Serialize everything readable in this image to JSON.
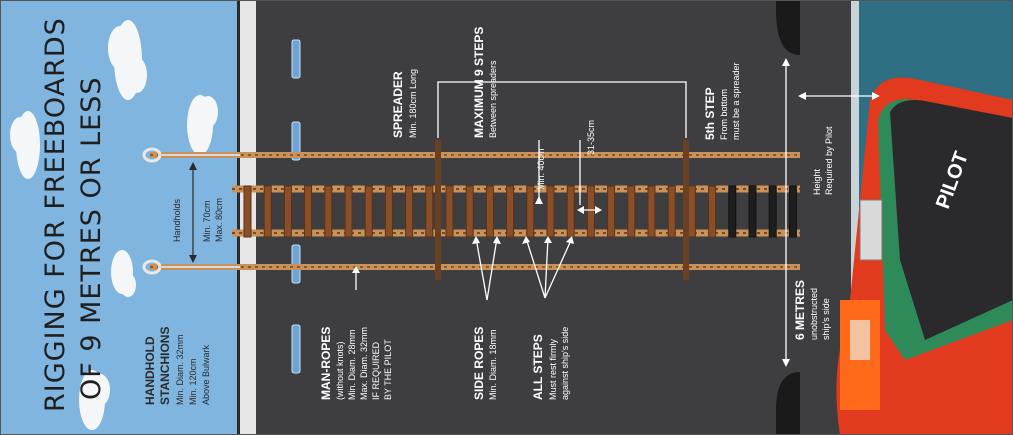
{
  "title": {
    "line1": "RIGGING FOR FREEBOARDS",
    "line2": "OF 9 METRES OR LESS"
  },
  "handhold_stanchions": {
    "heading1": "HANDHOLD",
    "heading2": "STANCHIONS",
    "line1": "Min. Diam. 32mm",
    "line2": "Min. 120cm",
    "line3": "Above Bulwark"
  },
  "handholds": {
    "heading": "Handholds",
    "line1": "Min. 70cm",
    "line2": "Max. 80cm"
  },
  "man_ropes": {
    "heading": "MAN-ROPES",
    "line1": "(without knots)",
    "line2": "Min. Diam. 28mm",
    "line3": "Max. Diam. 32mm",
    "line4": "IF REQUIRED",
    "line5": "BY THE PILOT"
  },
  "side_ropes": {
    "heading": "SIDE ROPES",
    "line1": "Min. Diam. 18mm"
  },
  "all_steps": {
    "heading": "ALL STEPS",
    "line1": "Must rest firmly",
    "line2": "against ship's side"
  },
  "spreader": {
    "heading": "SPREADER",
    "line1": "Min. 180cm Long"
  },
  "maximum_steps": {
    "heading": "MAXIMUM 9 STEPS",
    "line1": "Between spreaders"
  },
  "step_spacing": {
    "min_label": "Min. 40cm",
    "range_label": "31-35cm"
  },
  "fifth_step": {
    "heading": "5th STEP",
    "line1": "From bottom",
    "line2": "must be a spreader"
  },
  "six_metres": {
    "heading": "6 METRES",
    "line1": "unobstructed",
    "line2": "ship's side"
  },
  "height": {
    "line1": "Height",
    "line2": "Required by Pilot"
  },
  "boat": {
    "hull_text": "PILOT"
  },
  "colors": {
    "sky": "#7fb5df",
    "hull": "#3e3e40",
    "rope": "#c8925a",
    "step": "#6b3f22",
    "sea": "#2f6f83",
    "boat_red": "#e23a1f",
    "boat_green": "#2f8a5a"
  }
}
